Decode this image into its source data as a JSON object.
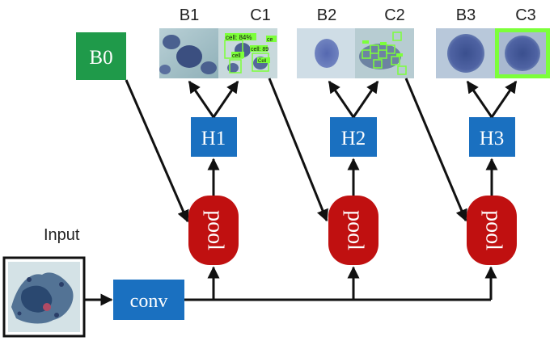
{
  "diagram": {
    "input_label": "Input",
    "conv_label": "conv",
    "b0_label": "B0",
    "pool_label": "pool",
    "stages": [
      {
        "b_label": "B1",
        "c_label": "C1",
        "h_label": "H1",
        "detections": [
          "cell: 84%",
          "cell: 89",
          "cell",
          "ce",
          "Cell"
        ]
      },
      {
        "b_label": "B2",
        "c_label": "C2",
        "h_label": "H2"
      },
      {
        "b_label": "B3",
        "c_label": "C3",
        "h_label": "H3"
      }
    ]
  },
  "colors": {
    "blue_box": "#1a70c0",
    "green_box": "#1f9a4a",
    "pool_red": "#c01010",
    "arrow": "#111111",
    "detection_green": "#7cff3a"
  }
}
